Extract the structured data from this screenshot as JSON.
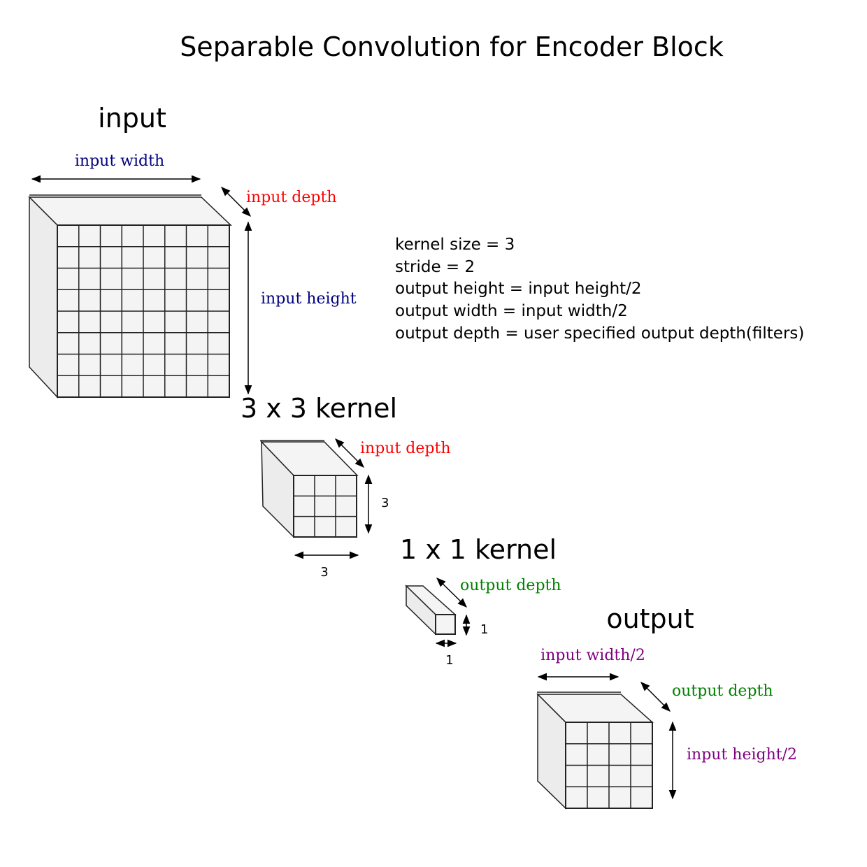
{
  "title": "Separable Convolution for Encoder Block",
  "input": {
    "heading": "input",
    "width_label": "input  width",
    "depth_label": "input  depth",
    "height_label": "input  height"
  },
  "specs": [
    "kernel size = 3",
    "stride = 2",
    "output height = input height/2",
    "output width = input width/2",
    "output depth = user specified output depth(filters)"
  ],
  "kernel3": {
    "heading": "3 x 3 kernel",
    "depth_label": "input  depth",
    "height_label": "3",
    "width_label": "3"
  },
  "kernel1": {
    "heading": "1 x 1 kernel",
    "depth_label": "output  depth",
    "height_label": "1",
    "width_label": "1"
  },
  "output": {
    "heading": "output",
    "width_label": "input  width/2",
    "depth_label": "output  depth",
    "height_label": "input  height/2"
  },
  "colors": {
    "navy": "#000080",
    "red": "#ff0000",
    "green": "#008000",
    "purple": "#800080"
  }
}
